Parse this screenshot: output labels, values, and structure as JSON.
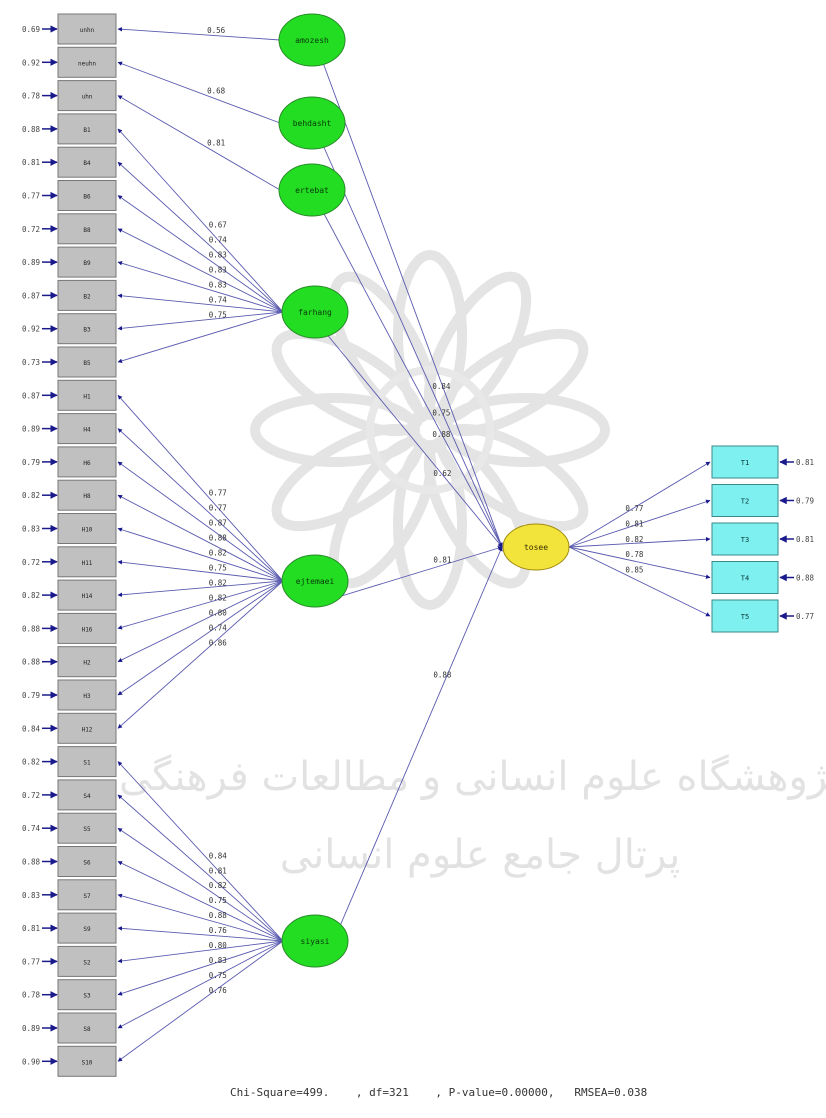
{
  "left_indicators": [
    {
      "label": "unhn",
      "error": "0.69"
    },
    {
      "label": "neuhn",
      "error": "0.92"
    },
    {
      "label": "uhn",
      "error": "0.78"
    },
    {
      "label": "B1",
      "error": "0.88"
    },
    {
      "label": "B4",
      "error": "0.81"
    },
    {
      "label": "B6",
      "error": "0.77"
    },
    {
      "label": "B8",
      "error": "0.72"
    },
    {
      "label": "B9",
      "error": "0.89"
    },
    {
      "label": "B2",
      "error": "0.87"
    },
    {
      "label": "B3",
      "error": "0.92"
    },
    {
      "label": "B5",
      "error": "0.73"
    },
    {
      "label": "H1",
      "error": "0.87"
    },
    {
      "label": "H4",
      "error": "0.89"
    },
    {
      "label": "H6",
      "error": "0.79"
    },
    {
      "label": "H8",
      "error": "0.82"
    },
    {
      "label": "H10",
      "error": "0.83"
    },
    {
      "label": "H11",
      "error": "0.72"
    },
    {
      "label": "H14",
      "error": "0.82"
    },
    {
      "label": "H16",
      "error": "0.88"
    },
    {
      "label": "H2",
      "error": "0.88"
    },
    {
      "label": "H3",
      "error": "0.79"
    },
    {
      "label": "H12",
      "error": "0.84"
    },
    {
      "label": "S1",
      "error": "0.82"
    },
    {
      "label": "S4",
      "error": "0.72"
    },
    {
      "label": "S5",
      "error": "0.74"
    },
    {
      "label": "S6",
      "error": "0.88"
    },
    {
      "label": "S7",
      "error": "0.83"
    },
    {
      "label": "S9",
      "error": "0.81"
    },
    {
      "label": "S2",
      "error": "0.77"
    },
    {
      "label": "S3",
      "error": "0.78"
    },
    {
      "label": "S8",
      "error": "0.89"
    },
    {
      "label": "S10",
      "error": "0.90"
    }
  ],
  "latents": [
    {
      "label": "amozesh"
    },
    {
      "label": "behdasht"
    },
    {
      "label": "ertebat"
    },
    {
      "label": "farhang"
    },
    {
      "label": "ejtemaei"
    },
    {
      "label": "siyasi"
    }
  ],
  "outcome": {
    "label": "tosee"
  },
  "right_indicators": [
    {
      "label": "T1",
      "error": "0.81"
    },
    {
      "label": "T2",
      "error": "0.79"
    },
    {
      "label": "T3",
      "error": "0.81"
    },
    {
      "label": "T4",
      "error": "0.88"
    },
    {
      "label": "T5",
      "error": "0.77"
    }
  ],
  "outcome_loadings": [
    "0.77",
    "0.81",
    "0.82",
    "0.78",
    "0.85"
  ],
  "structural_coefficients": [
    "0.84",
    "0.75",
    "0.88",
    "0.62",
    "0.81",
    "0.88"
  ],
  "single_loadings": [
    "0.56",
    "0.68",
    "0.81"
  ],
  "farhang_loadings": [
    "0.67",
    "0.74",
    "0.83",
    "0.83",
    "0.83",
    "0.74",
    "0.75"
  ],
  "ejtemaei_loadings": [
    "0.77",
    "0.77",
    "0.87",
    "0.88",
    "0.82",
    "0.75",
    "0.82",
    "0.82",
    "0.80",
    "0.74",
    "0.86"
  ],
  "siyasi_loadings": [
    "0.84",
    "0.81",
    "0.82",
    "0.75",
    "0.88",
    "0.76",
    "0.80",
    "0.83",
    "0.75",
    "0.76"
  ],
  "fit_stats": {
    "chi_square": "Chi-Square=499.",
    "df": ", df=321",
    "p_value": ", P-value=0.00000,",
    "rmsea": "RMSEA=0.038"
  },
  "watermark": {
    "line1": "پژوهشگاه علوم انسانی و مطالعات فرهنگی",
    "line2": "پرتال جامع علوم انسانی"
  },
  "colors": {
    "indicator_fill": "#c0c0c0",
    "latent_fill": "#22dd22",
    "outcome_fill": "#f2e43a",
    "right_box_fill": "#7ff0f0",
    "path_line": "#5a5ab0",
    "arrow": "#1a1a8c"
  }
}
